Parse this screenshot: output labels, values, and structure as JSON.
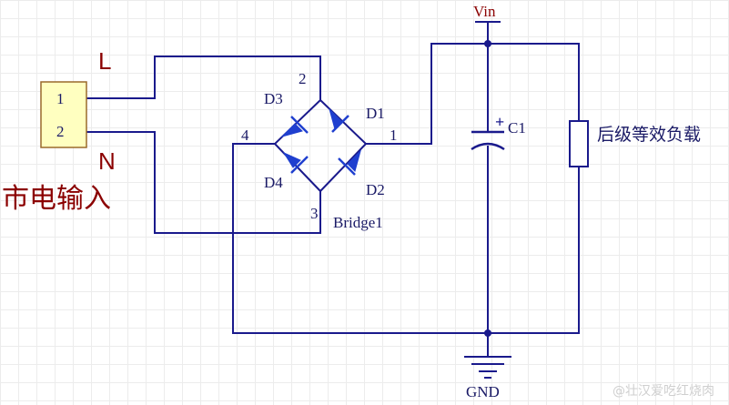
{
  "connector": {
    "pin1": "1",
    "pin2": "2"
  },
  "labels": {
    "line": "L",
    "neutral": "N",
    "mains_input": "市电输入",
    "vin": "Vin",
    "gnd": "GND",
    "bridge": "Bridge1",
    "pin_top": "2",
    "pin_left": "4",
    "pin_right": "1",
    "pin_bottom": "3",
    "d1": "D1",
    "d2": "D2",
    "d3": "D3",
    "d4": "D4",
    "cap_plus": "+",
    "cap": "C1",
    "load": "后级等效负载"
  },
  "watermark": "@壮汉爱吃红烧肉",
  "colors": {
    "wire": "#1a1a8c",
    "text": "#1a1a66",
    "red_text": "#8b0000",
    "diode": "#1f3fcf",
    "connector_fill": "#ffffc0",
    "connector_border": "#9a6a2a"
  }
}
